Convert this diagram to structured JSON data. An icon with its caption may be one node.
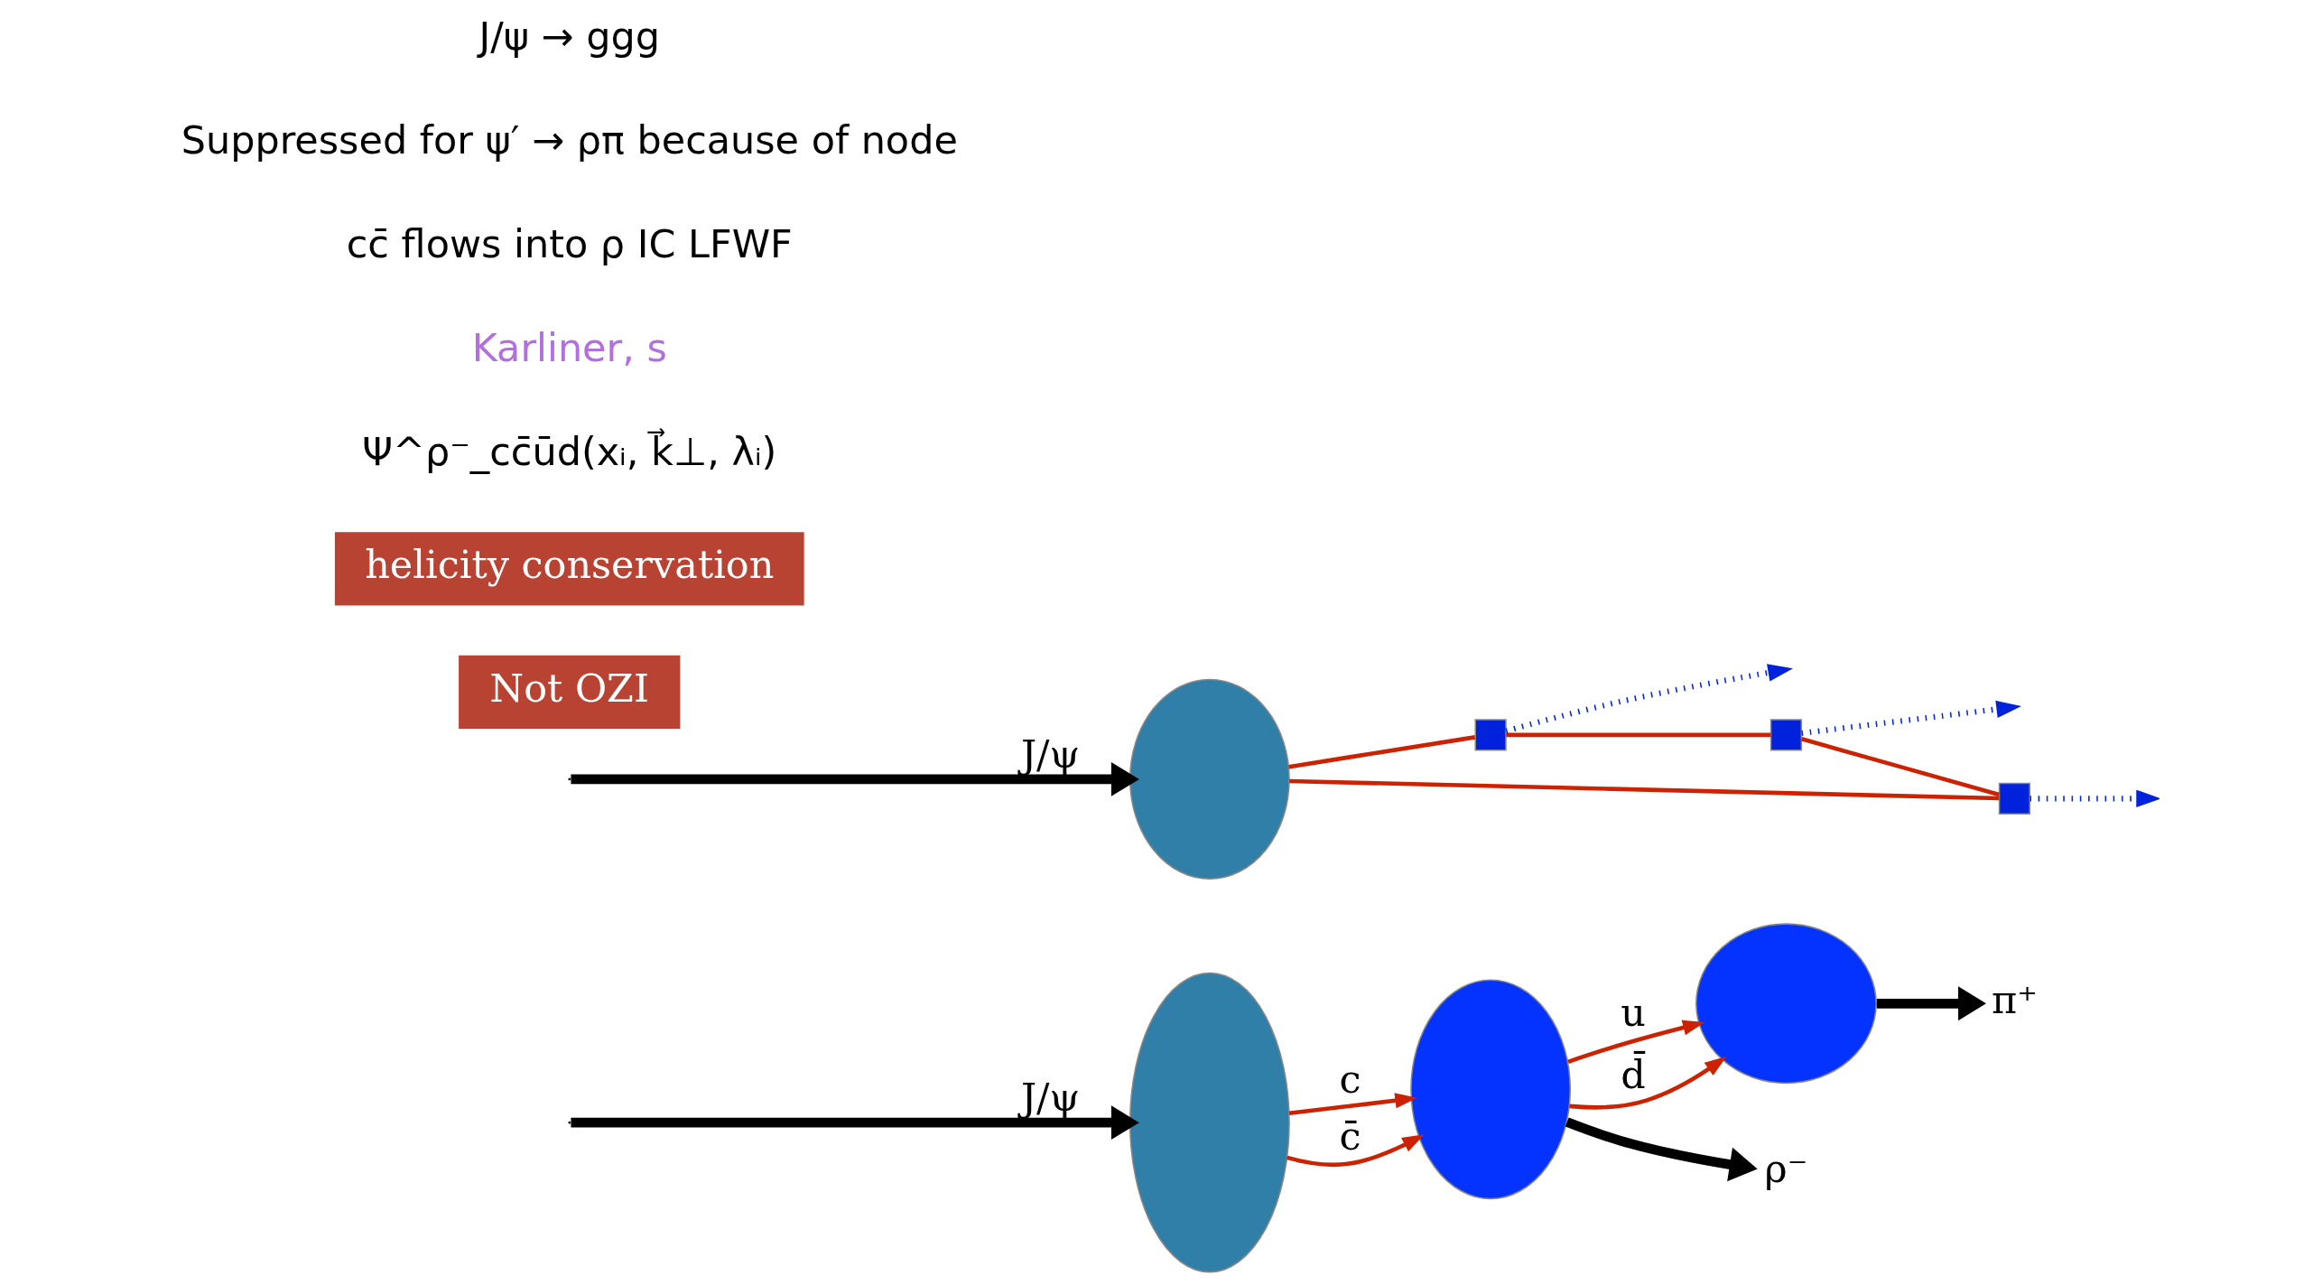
{
  "diagram": {
    "nodes": [
      {
        "text": [],
        "shape": "ellipse"
      },
      {
        "text": [],
        "shape": "ellipse"
      },
      {
        "text": [],
        "shape": "ellipse"
      },
      {
        "text": [
          "ρ⁻"
        ]
      },
      {
        "text": [
          "π⁺"
        ]
      },
      {
        "text": [],
        "shape": "ellipse"
      },
      {
        "text": [],
        "shape": "box"
      },
      {
        "text": [],
        "shape": "box"
      },
      {
        "text": [],
        "shape": "box"
      },
      {
        "text": [
          "Not OZI"
        ]
      },
      {
        "text": [
          "helicity conservation"
        ]
      }
    ],
    "edges": [
      {
        "from": null,
        "to": 0,
        "arrow": "to",
        "label": "J/ψ",
        "style": "thick",
        "color": "#000000"
      },
      {
        "from": 0,
        "to": 1,
        "arrow": "to",
        "label": "c"
      },
      {
        "from": 0,
        "to": 1,
        "arrow": "to",
        "label": "c̄"
      },
      {
        "from": 1,
        "to": 2,
        "arrow": "to",
        "label": "u"
      },
      {
        "from": 1,
        "to": 2,
        "arrow": "to",
        "label": "d̄"
      },
      {
        "from": 1,
        "to": 3,
        "arrow": "to",
        "style": "thick",
        "color": "#000000"
      },
      {
        "from": 2,
        "to": 4,
        "arrow": "to",
        "style": "thick",
        "color": "#000000"
      },
      {
        "from": null,
        "to": 5,
        "arrow": "to",
        "label": "J/ψ",
        "style": "thick",
        "color": "#000000"
      },
      {
        "from": 5,
        "to": 6,
        "arrow": "none"
      },
      {
        "from": 5,
        "to": 8,
        "arrow": "none"
      },
      {
        "from": 6,
        "to": 7,
        "arrow": "none"
      },
      {
        "from": 7,
        "to": 8,
        "arrow": "none"
      },
      {
        "from": 6,
        "to": null,
        "arrow": "to",
        "style": "dashed",
        "color": "#0022dd"
      },
      {
        "from": 7,
        "to": null,
        "arrow": "to",
        "style": "dashed",
        "color": "#0022dd"
      },
      {
        "from": 8,
        "to": null,
        "arrow": "to",
        "style": "dashed",
        "color": "#0022dd"
      }
    ],
    "labels": [
      "Ψ^ρ⁻_cc̄ūd(xᵢ, k⃗⊥, λᵢ)",
      "Karliner, s",
      "cc̄ flows into ρ IC LFWF",
      "Suppressed for ψ′ → ρπ because of node",
      "J/ψ → ggg"
    ]
  }
}
